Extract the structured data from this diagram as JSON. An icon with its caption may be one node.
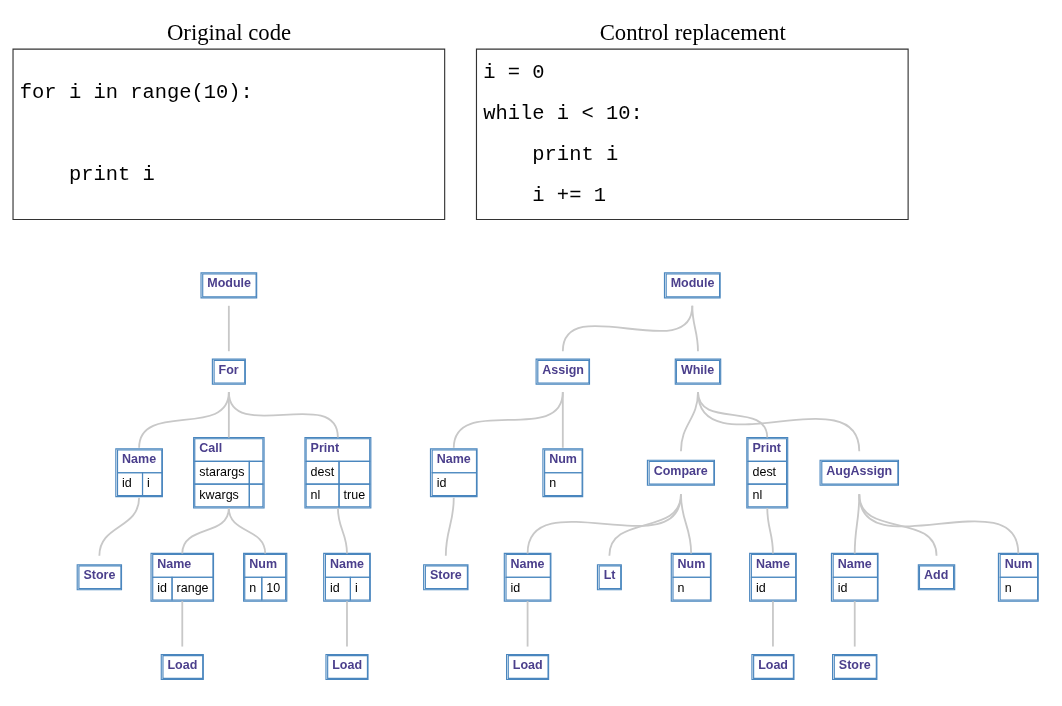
{
  "diagram": {
    "nodes": [
      {
        "text": [
          "Original code",
          "for i in range(10):",
          "print i"
        ]
      },
      {
        "text": [
          "Control replacement",
          "i = 0",
          "while i < 10:",
          "print i",
          "i += 1"
        ]
      },
      {
        "text": [
          "Module"
        ]
      },
      {
        "text": [
          "For"
        ]
      },
      {
        "text": [
          "Name",
          "id",
          "i"
        ]
      },
      {
        "text": [
          "Call",
          "starargs",
          "kwargs"
        ]
      },
      {
        "text": [
          "Print",
          "dest",
          "nl",
          "true"
        ]
      },
      {
        "text": [
          "Store"
        ]
      },
      {
        "text": [
          "Name",
          "id",
          "range"
        ]
      },
      {
        "text": [
          "Num",
          "n",
          "10"
        ]
      },
      {
        "text": [
          "Name",
          "id",
          "i"
        ]
      },
      {
        "text": [
          "Load"
        ]
      },
      {
        "text": [
          "Load"
        ]
      },
      {
        "text": [
          "Module"
        ]
      },
      {
        "text": [
          "Assign"
        ]
      },
      {
        "text": [
          "While"
        ]
      },
      {
        "text": [
          "Name",
          "id"
        ]
      },
      {
        "text": [
          "Num",
          "n"
        ]
      },
      {
        "text": [
          "Compare"
        ]
      },
      {
        "text": [
          "Print",
          "dest",
          "nl"
        ]
      },
      {
        "text": [
          "AugAssign"
        ]
      },
      {
        "text": [
          "Store"
        ]
      },
      {
        "text": [
          "Name",
          "id"
        ]
      },
      {
        "text": [
          "Lt"
        ]
      },
      {
        "text": [
          "Num",
          "n"
        ]
      },
      {
        "text": [
          "Name",
          "id"
        ]
      },
      {
        "text": [
          "Name",
          "id"
        ]
      },
      {
        "text": [
          "Add"
        ]
      },
      {
        "text": [
          "Num",
          "n"
        ]
      },
      {
        "text": [
          "Load"
        ]
      },
      {
        "text": [
          "Load"
        ]
      },
      {
        "text": [
          "Store"
        ]
      }
    ],
    "edges": [
      {
        "from": 2,
        "to": 3,
        "arrow": "none"
      },
      {
        "from": 3,
        "to": 4,
        "arrow": "none"
      },
      {
        "from": 3,
        "to": 5,
        "arrow": "none"
      },
      {
        "from": 3,
        "to": 6,
        "arrow": "none"
      },
      {
        "from": 4,
        "to": 7,
        "arrow": "none"
      },
      {
        "from": 5,
        "to": 8,
        "arrow": "none"
      },
      {
        "from": 5,
        "to": 9,
        "arrow": "none"
      },
      {
        "from": 6,
        "to": 10,
        "arrow": "none"
      },
      {
        "from": 8,
        "to": 11,
        "arrow": "none"
      },
      {
        "from": 10,
        "to": 12,
        "arrow": "none"
      },
      {
        "from": 13,
        "to": 14,
        "arrow": "none"
      },
      {
        "from": 13,
        "to": 15,
        "arrow": "none"
      },
      {
        "from": 14,
        "to": 16,
        "arrow": "none"
      },
      {
        "from": 14,
        "to": 17,
        "arrow": "none"
      },
      {
        "from": 15,
        "to": 18,
        "arrow": "none"
      },
      {
        "from": 15,
        "to": 19,
        "arrow": "none"
      },
      {
        "from": 15,
        "to": 20,
        "arrow": "none"
      },
      {
        "from": 16,
        "to": 21,
        "arrow": "none"
      },
      {
        "from": 18,
        "to": 22,
        "arrow": "none"
      },
      {
        "from": 18,
        "to": 23,
        "arrow": "none"
      },
      {
        "from": 18,
        "to": 24,
        "arrow": "none"
      },
      {
        "from": 19,
        "to": 25,
        "arrow": "none"
      },
      {
        "from": 20,
        "to": 26,
        "arrow": "none"
      },
      {
        "from": 20,
        "to": 27,
        "arrow": "none"
      },
      {
        "from": 20,
        "to": 28,
        "arrow": "none"
      },
      {
        "from": 22,
        "to": 29,
        "arrow": "none"
      },
      {
        "from": 25,
        "to": 30,
        "arrow": "none"
      },
      {
        "from": 26,
        "to": 31,
        "arrow": "none"
      }
    ]
  }
}
